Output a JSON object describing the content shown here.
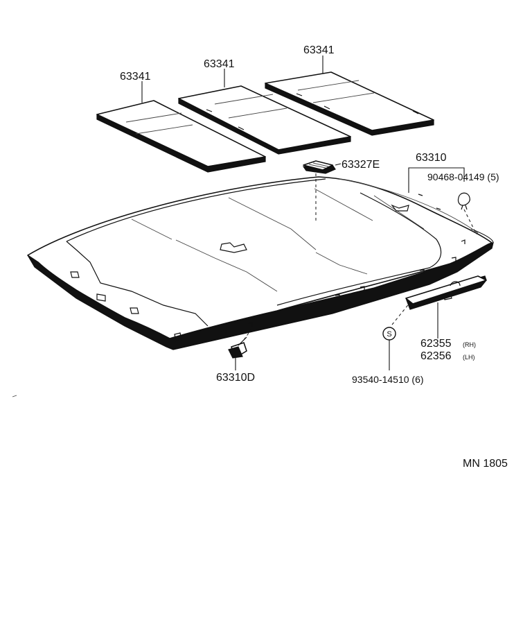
{
  "diagram": {
    "labels": {
      "pad_left": "63341",
      "pad_mid": "63341",
      "pad_right": "63341",
      "lamp_cover": "63327E",
      "headlining": "63310",
      "clip": "90468-04149 (5)",
      "assist_rh": "62355",
      "assist_rh_suffix": "(RH)",
      "assist_lh": "62356",
      "assist_lh_suffix": "(LH)",
      "screw": "93540-14510 (6)",
      "screw_symbol": "S",
      "fastener": "63310D",
      "catalog_code": "MN 1805"
    }
  }
}
